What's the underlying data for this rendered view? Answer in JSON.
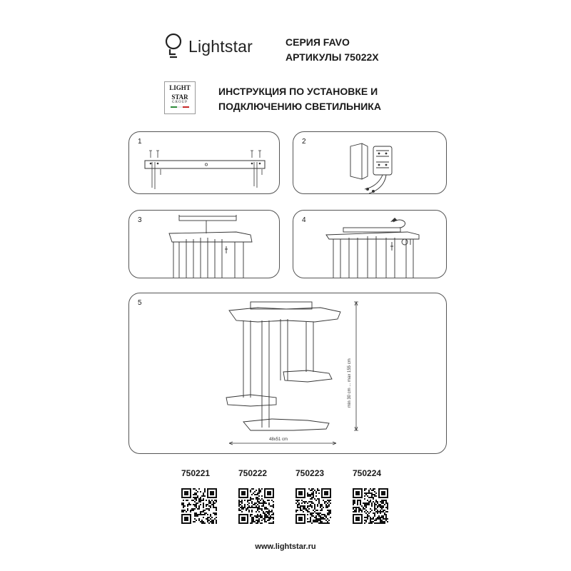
{
  "header": {
    "brand": "Lightstar",
    "series_line": "СЕРИЯ FAVO",
    "articles_line": "АРТИКУЛЫ 75022X",
    "group_logo": {
      "line1": "LIGHT",
      "line2": "STAR",
      "line3": "GROUP",
      "flag_colors": [
        "#2e8b3a",
        "#ffffff",
        "#c62828"
      ]
    },
    "title_line1": "ИНСТРУКЦИЯ ПО УСТАНОВКЕ И",
    "title_line2": "ПОДКЛЮЧЕНИЮ СВЕТИЛЬНИКА"
  },
  "steps": [
    {
      "number": "1"
    },
    {
      "number": "2"
    },
    {
      "number": "3"
    },
    {
      "number": "4"
    },
    {
      "number": "5"
    }
  ],
  "dimensions": {
    "height_label": "min 30 cm ... max 155 cm",
    "width_label": "48x51 cm"
  },
  "articles": [
    "750221",
    "750222",
    "750223",
    "750224"
  ],
  "footer": {
    "url": "www.lightstar.ru"
  },
  "colors": {
    "line": "#333333",
    "panel_border": "#555555"
  }
}
